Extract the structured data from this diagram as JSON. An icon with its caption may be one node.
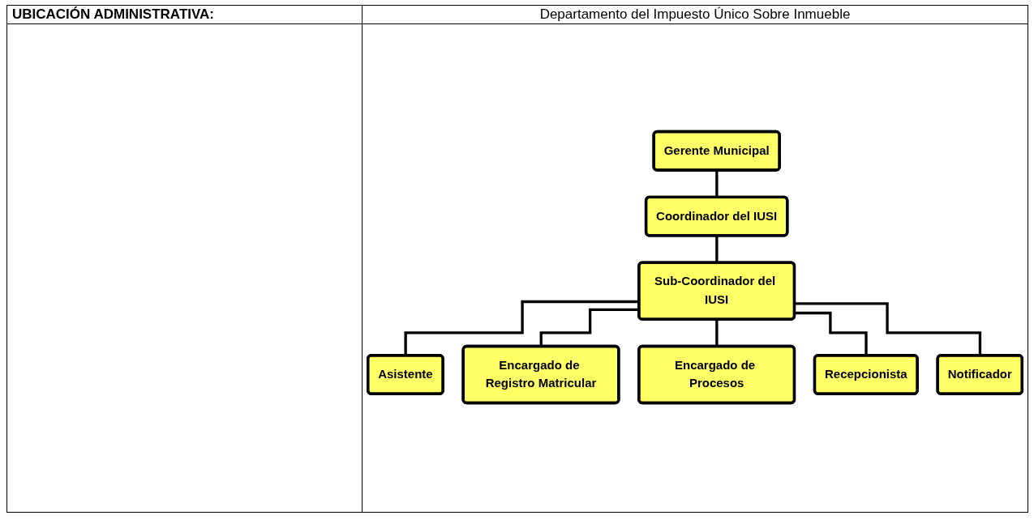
{
  "diagram": {
    "nodes": [
      {
        "text": [
          "Gerente Municipal"
        ]
      },
      {
        "text": [
          "Coordinador del IUSI"
        ]
      },
      {
        "text": [
          "Sub-Coordinador del IUSI"
        ]
      },
      {
        "text": [
          "Asistente"
        ]
      },
      {
        "text": [
          "Encargado de Registro Matricular"
        ]
      },
      {
        "text": [
          "Encargado de Procesos"
        ]
      },
      {
        "text": [
          "Recepcionista"
        ]
      },
      {
        "text": [
          "Notificador"
        ]
      }
    ],
    "edges": [
      {
        "from": 0,
        "to": 1,
        "arrow": "none"
      },
      {
        "from": 1,
        "to": 2,
        "arrow": "none"
      },
      {
        "from": 2,
        "to": 3,
        "arrow": "none"
      },
      {
        "from": 2,
        "to": 4,
        "arrow": "none"
      },
      {
        "from": 2,
        "to": 5,
        "arrow": "none"
      },
      {
        "from": 2,
        "to": 6,
        "arrow": "none"
      },
      {
        "from": 2,
        "to": 7,
        "arrow": "none"
      }
    ],
    "labels": [
      "UBICACIÓN ADMINISTRATIVA:",
      "Departamento del Impuesto Único Sobre Inmueble"
    ]
  }
}
